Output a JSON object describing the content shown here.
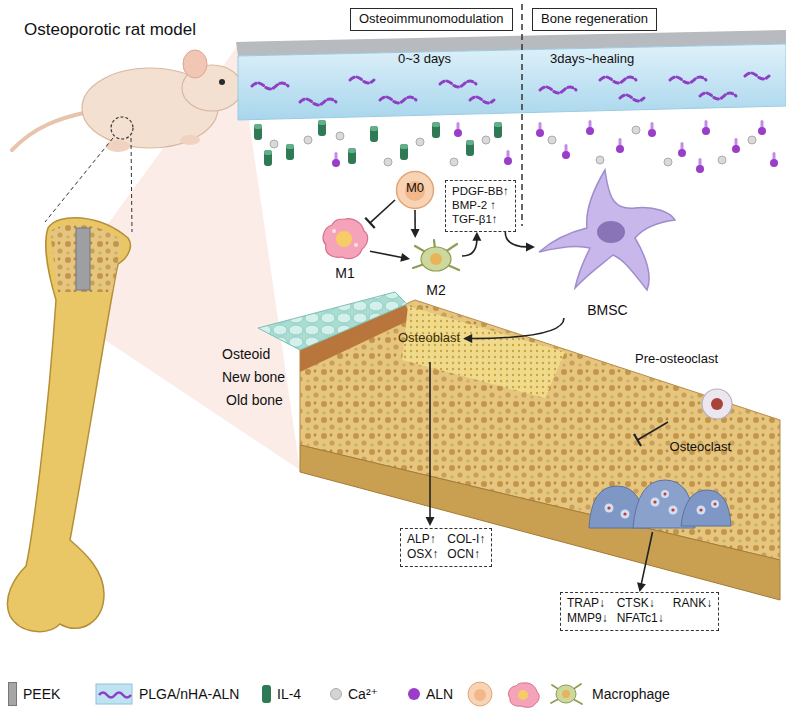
{
  "diagram": {
    "nodes": [
      {
        "text": [
          "Osteoimmunomodulation"
        ]
      },
      {
        "text": [
          "Bone regeneration"
        ]
      },
      {
        "text": [
          "M0"
        ]
      },
      {
        "text": [
          "M1"
        ]
      },
      {
        "text": [
          "M2"
        ]
      },
      {
        "text": [
          "PDGF-BB↑",
          "BMP-2 ↑",
          "TGF-β1↑"
        ]
      },
      {
        "text": [
          "BMSC"
        ]
      },
      {
        "text": [
          "Osteoblast"
        ]
      },
      {
        "text": [
          "Pre-osteoclast"
        ]
      },
      {
        "text": [
          "Osteoclast"
        ]
      },
      {
        "text": [
          "ALP↑",
          "COL-I↑",
          "OSX↑",
          "OCN↑"
        ]
      },
      {
        "text": [
          "TRAP↓",
          "CTSK↓",
          "RANK↓",
          "MMP9↓",
          "NFATc1↓"
        ]
      }
    ],
    "edges": [
      {
        "from": 2,
        "to": 3,
        "arrow": "to"
      },
      {
        "from": 2,
        "to": 4,
        "arrow": "to"
      },
      {
        "from": 3,
        "to": 4,
        "arrow": "to"
      },
      {
        "from": 4,
        "to": 5,
        "arrow": "to"
      },
      {
        "from": 5,
        "to": 6,
        "arrow": "to"
      },
      {
        "from": 6,
        "to": 7,
        "arrow": "to"
      },
      {
        "from": 8,
        "to": 9,
        "arrow": "to"
      },
      {
        "from": 9,
        "to": 11,
        "arrow": "to"
      }
    ],
    "labels": [
      "Osteoporotic rat model",
      "0~3 days",
      "3days~healing",
      "Osteoid",
      "New bone",
      "Old bone"
    ],
    "legend": [
      {
        "text": "PEEK",
        "color": "#a6a6a6"
      },
      {
        "text": "PLGA/nHA-ALN"
      },
      {
        "text": "IL-4",
        "color": "#2f7a55"
      },
      {
        "text": "Ca²⁺",
        "color": "#d4d4d4"
      },
      {
        "text": "ALN",
        "color": "#9a3dc8"
      },
      {
        "text": "Macrophage"
      }
    ]
  }
}
